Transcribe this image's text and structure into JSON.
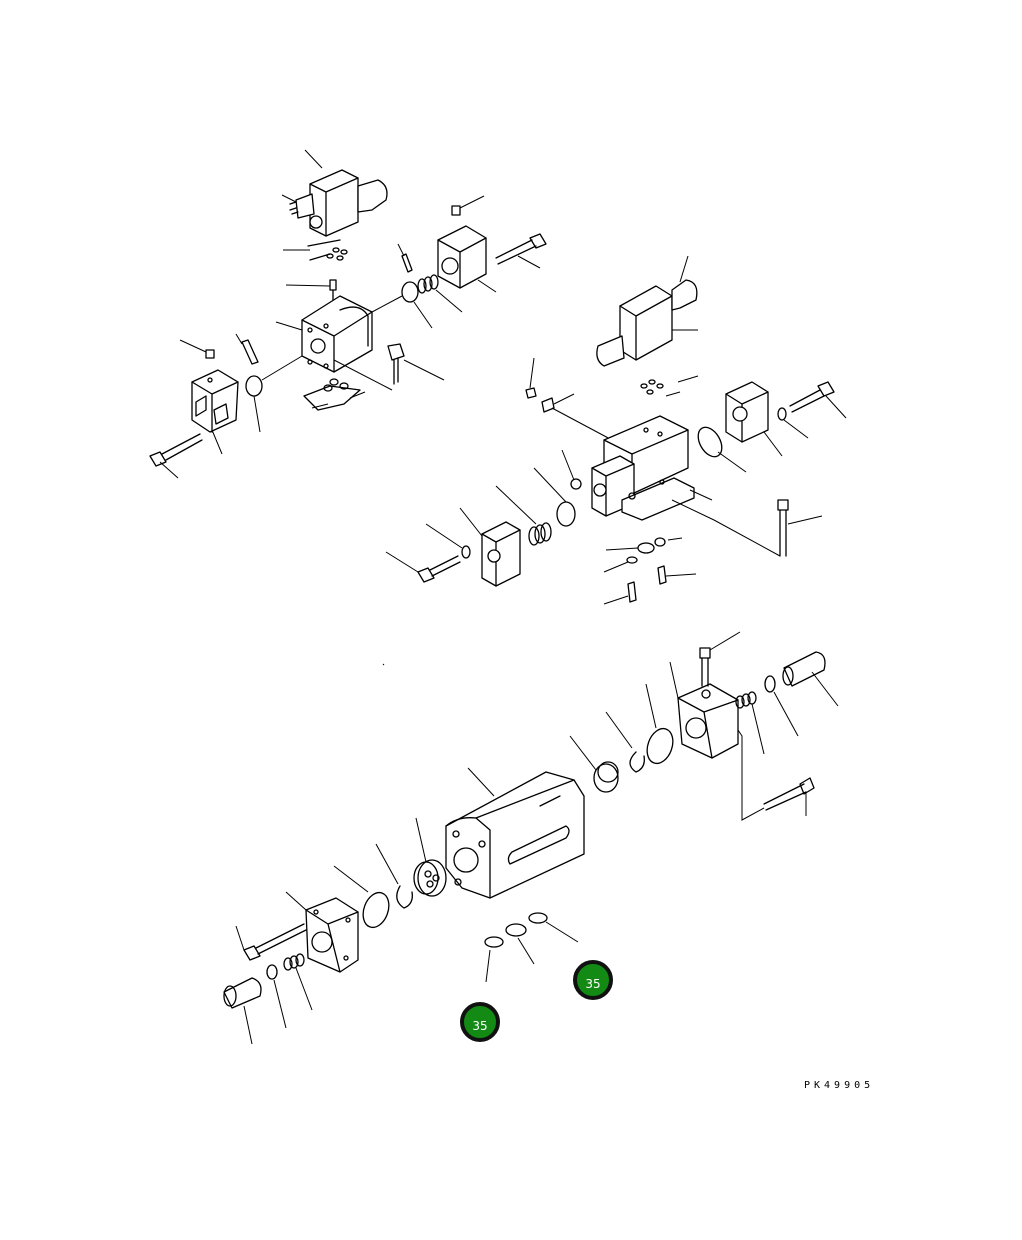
{
  "drawing_code": "PK49905",
  "callouts": [
    {
      "id": "callout-a",
      "label": "35",
      "color": "#138a13"
    },
    {
      "id": "callout-b",
      "label": "35",
      "color": "#138a13"
    }
  ]
}
